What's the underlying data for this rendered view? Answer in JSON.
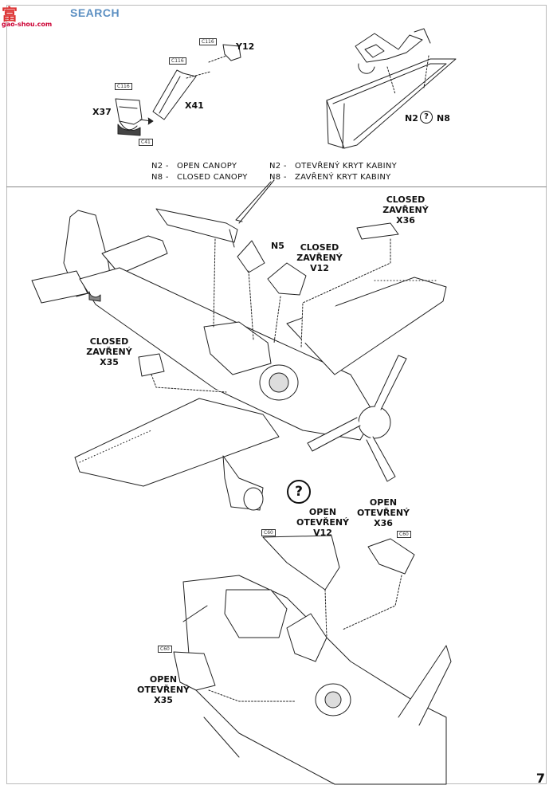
{
  "watermark": {
    "cn_text": "富",
    "site_text": "SEARCH",
    "url": "gao-shou.com"
  },
  "page_number": "7",
  "step_top_left": {
    "parts": {
      "x37": "X37",
      "x41": "X41",
      "y12": "Y12"
    },
    "chips": {
      "c116_a": "C116",
      "c116_b": "C116",
      "c116_c": "C116",
      "c41": "C41"
    }
  },
  "step_top_right": {
    "left": "N2",
    "right": "N8",
    "q": "?"
  },
  "legend": [
    {
      "code": "N2 -",
      "en": "OPEN CANOPY",
      "cz_code": "N2 -",
      "cz": "OTEVŘENÝ KRYT KABINY"
    },
    {
      "code": "N8 -",
      "en": "CLOSED CANOPY",
      "cz_code": "N8 -",
      "cz": "ZAVŘENÝ KRYT KABINY"
    }
  ],
  "main": {
    "n5": "N5",
    "closed_x36": [
      "CLOSED",
      "ZAVŘENÝ",
      "X36"
    ],
    "closed_v12": [
      "CLOSED",
      "ZAVŘENÝ",
      "V12"
    ],
    "closed_x35": [
      "CLOSED",
      "ZAVŘENÝ",
      "X35"
    ]
  },
  "bottom": {
    "q": "?",
    "open_v12": [
      "OPEN",
      "OTEVŘENÝ",
      "V12"
    ],
    "open_x36": [
      "OPEN",
      "OTEVŘENÝ",
      "X36"
    ],
    "open_x35": [
      "OPEN",
      "OTEVŘENÝ",
      "X35"
    ],
    "chips": {
      "c60_a": "C60",
      "c60_b": "C60",
      "c60_c": "C60"
    }
  }
}
